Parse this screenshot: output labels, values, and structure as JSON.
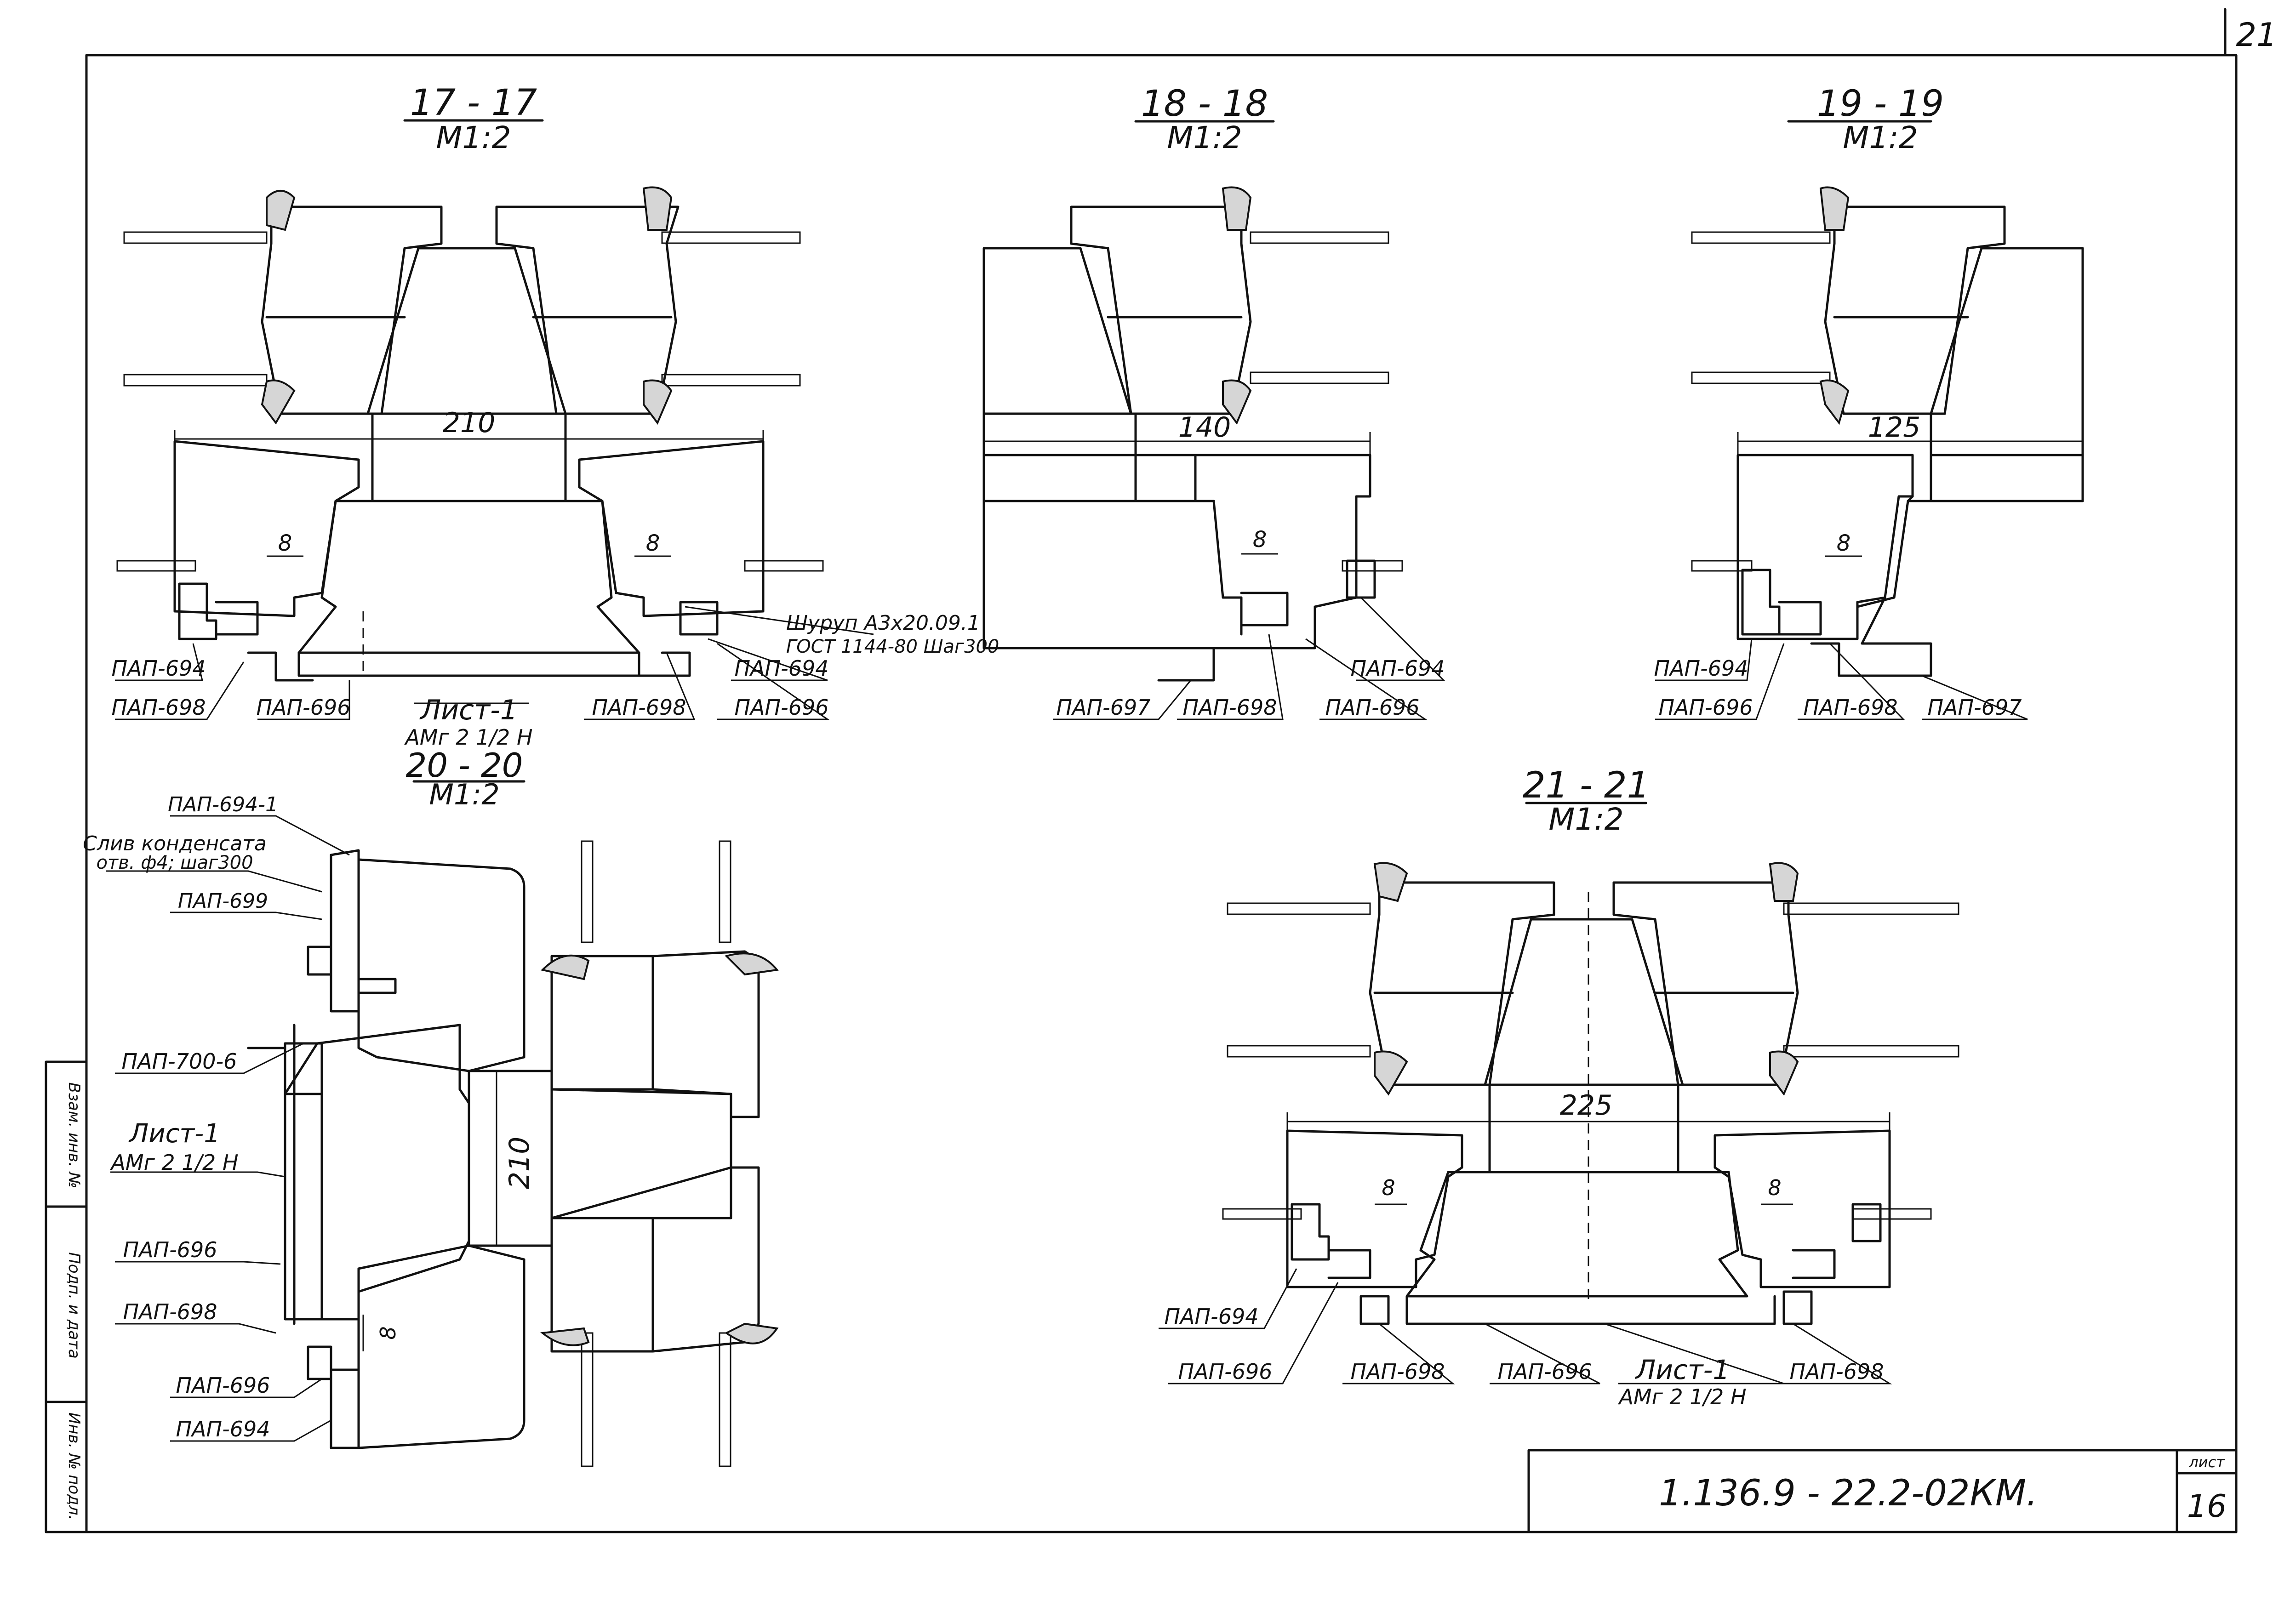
{
  "sheet": {
    "corner_number": "21",
    "stamp_code": "1.136.9 - 22.2-02КМ.",
    "sheet_label": "лист",
    "sheet_number": "16",
    "side_strip": [
      "Взам. инв. №",
      "Подп. и дата",
      "Инв. № подл."
    ]
  },
  "sections": {
    "s17": {
      "title": "17 - 17",
      "scale": "М1:2",
      "dim_main": "210",
      "dim_small": "8",
      "labels": [
        "ПАП-694",
        "ПАП-698",
        "ПАП-696",
        "Лист-1",
        "АМг 2 1/2 Н",
        "ПАП-698",
        "ПАП-696",
        "ПАП-694"
      ],
      "screw_note_1": "Шуруп А3х20.09.1",
      "screw_note_2": "ГОСТ 1144-80 Шаг300"
    },
    "s18": {
      "title": "18 - 18",
      "scale": "М1:2",
      "dim_main": "140",
      "dim_small": "8",
      "labels": [
        "ПАП-697",
        "ПАП-698",
        "ПАП-696",
        "ПАП-694"
      ]
    },
    "s19": {
      "title": "19 - 19",
      "scale": "М1:2",
      "dim_main": "125",
      "dim_small": "8",
      "labels": [
        "ПАП-694",
        "ПАП-696",
        "ПАП-698",
        "ПАП-697"
      ]
    },
    "s20": {
      "title": "20 - 20",
      "scale": "М1:2",
      "dim_main": "210",
      "dim_small": "8",
      "labels": [
        "ПАП-694-1",
        "Слив конденсата",
        "отв. ф4; шаг300",
        "ПАП-699",
        "ПАП-700-6",
        "Лист-1",
        "АМг 2 1/2 Н",
        "ПАП-696",
        "ПАП-698",
        "ПАП-696",
        "ПАП-694"
      ]
    },
    "s21": {
      "title": "21 - 21",
      "scale": "М1:2",
      "dim_main": "225",
      "dim_small_1": "8",
      "dim_small_2": "8",
      "labels": [
        "ПАП-694",
        "ПАП-696",
        "ПАП-698",
        "ПАП-696",
        "Лист-1",
        "АМг 2 1/2 Н",
        "ПАП-698"
      ]
    }
  }
}
